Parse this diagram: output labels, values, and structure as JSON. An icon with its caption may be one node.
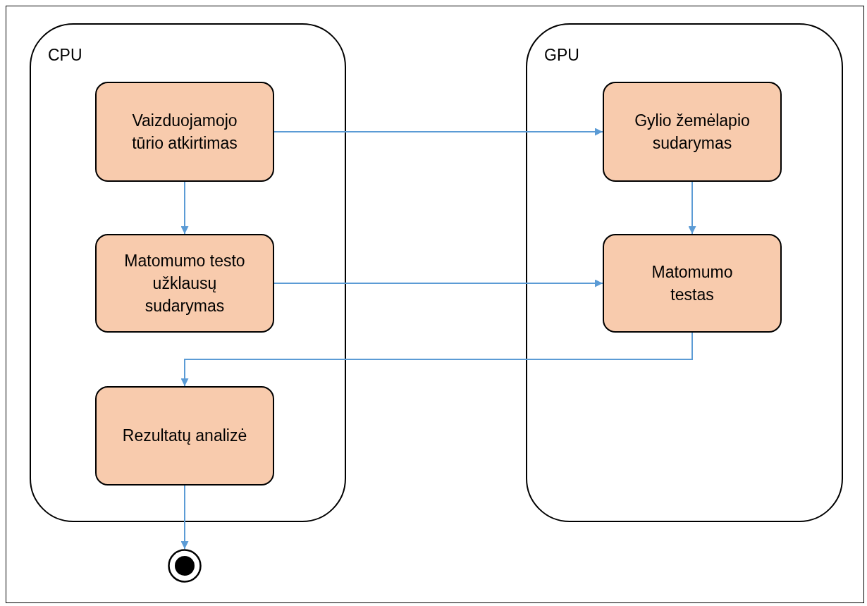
{
  "diagram": {
    "nodes": [
      {
        "text": [
          "CPU"
        ]
      },
      {
        "text": [
          "Vaizduojamojo tūrio atkirtimas"
        ],
        "in": 0
      },
      {
        "text": [
          "Matomumo testo užklausų sudarymas"
        ],
        "in": 0
      },
      {
        "text": [
          "Rezultatų analizė"
        ],
        "in": 0
      },
      {
        "text": [
          "GPU"
        ]
      },
      {
        "text": [
          "Gylio žemėlapio sudarymas"
        ],
        "in": 4
      },
      {
        "text": [
          "Matomumo testas"
        ],
        "in": 4
      },
      {
        "text": [],
        "shape": "circle"
      }
    ],
    "edges": [
      {
        "from": 1,
        "to": 5,
        "arrow": "to"
      },
      {
        "from": 1,
        "to": 2,
        "arrow": "to"
      },
      {
        "from": 5,
        "to": 6,
        "arrow": "to"
      },
      {
        "from": 2,
        "to": 6,
        "arrow": "to"
      },
      {
        "from": 6,
        "to": 3,
        "arrow": "to"
      },
      {
        "from": 3,
        "to": 7,
        "arrow": "to"
      }
    ]
  }
}
